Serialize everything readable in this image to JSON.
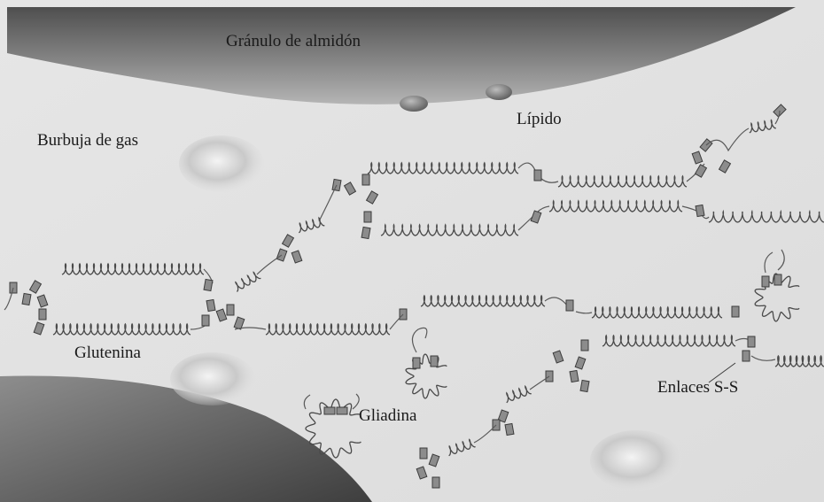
{
  "labels": {
    "starch_granule": "Gránulo de almidón",
    "lipid": "Lípido",
    "gas_bubble": "Burbuja de gas",
    "glutenin": "Glutenina",
    "gliadin": "Gliadina",
    "ss_bonds": "Enlaces S-S"
  },
  "colors": {
    "background": "#e4e4e4",
    "starch_granule": "#6e6e6e",
    "gas_bubble": "#c4c4c4",
    "lipid": "#777777",
    "protein_block": "#8c8c8c"
  }
}
